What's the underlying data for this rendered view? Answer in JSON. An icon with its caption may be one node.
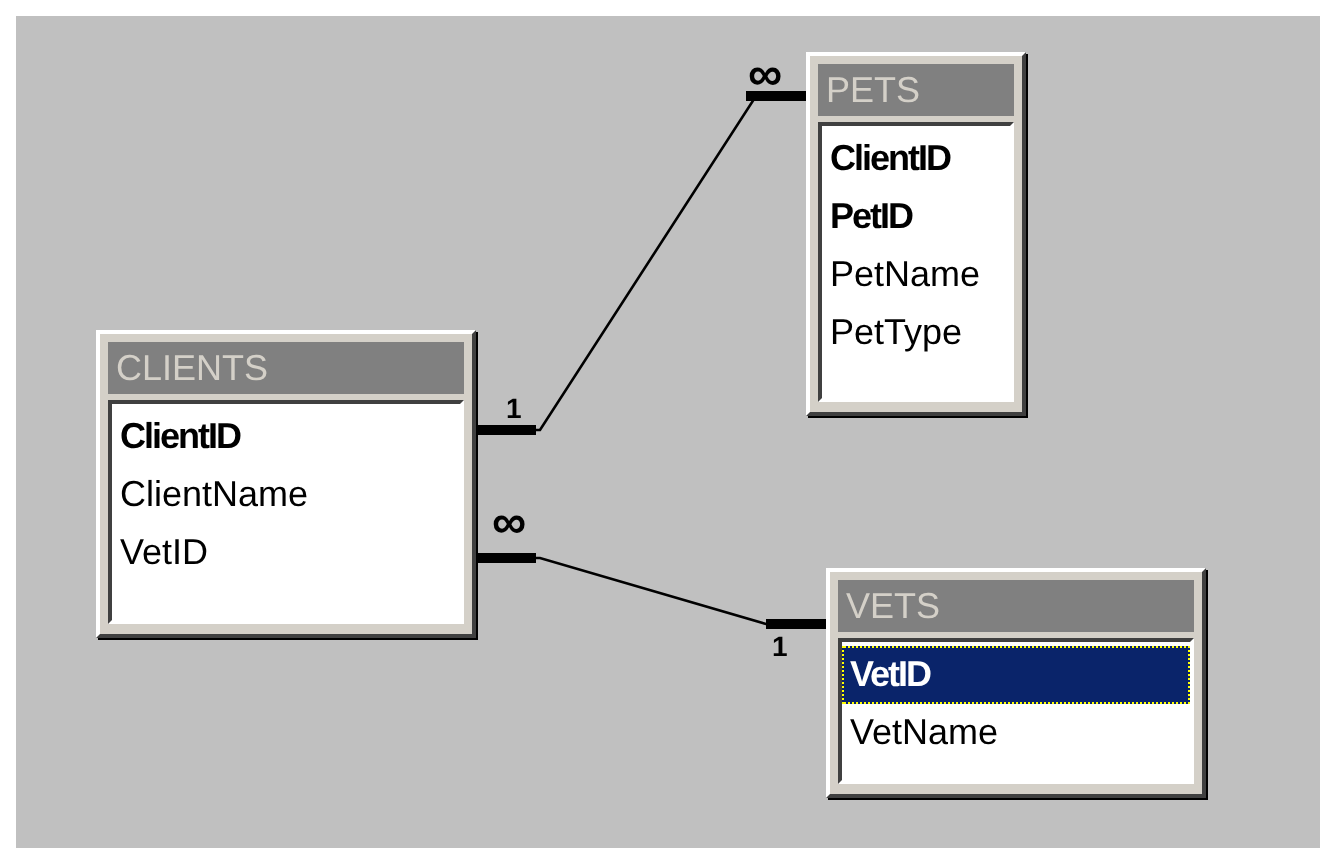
{
  "diagram": {
    "nodes": [
      {
        "text": [
          "PETS",
          "**ClientID**",
          "**PetID**",
          "PetName",
          "PetType"
        ]
      },
      {
        "text": [
          "CLIENTS",
          "**ClientID**",
          "ClientName",
          "VetID"
        ]
      },
      {
        "text": [
          "VETS",
          "**VetID**",
          "VetName"
        ]
      }
    ],
    "edges": [
      {
        "from": 1,
        "to": 0,
        "arrow": "other"
      },
      {
        "from": 1,
        "to": 2,
        "arrow": "other"
      }
    ],
    "labels": [
      "∞",
      "1",
      "∞",
      "1"
    ]
  }
}
